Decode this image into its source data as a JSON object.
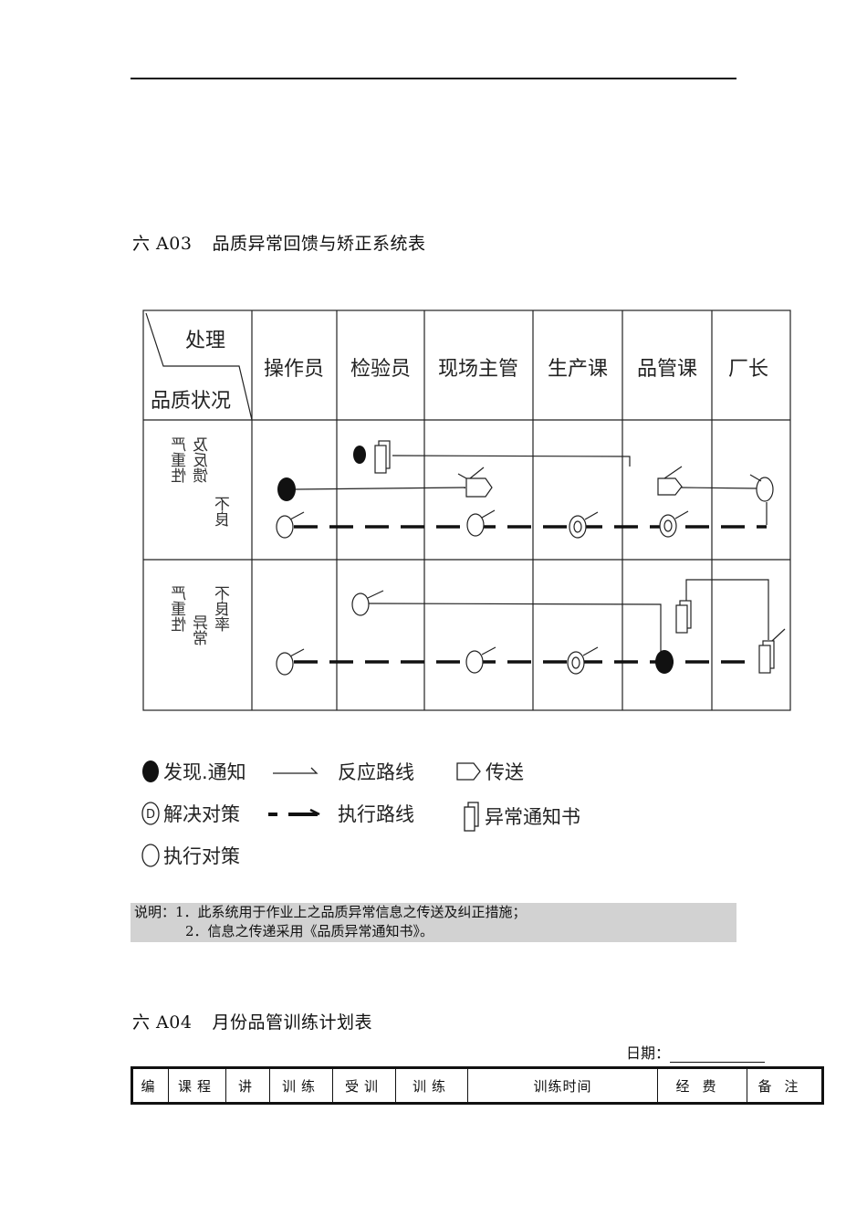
{
  "section_a03": {
    "number": "六 A03",
    "title": "品质异常回馈与矫正系统表"
  },
  "flow_table": {
    "corner_top": "处理",
    "corner_bottom": "品质状况",
    "columns": [
      "操作员",
      "检验员",
      "现场主管",
      "生产课",
      "品管课",
      "厂长"
    ],
    "rows": [
      {
        "label_lines": [
          "严重性",
          "及反馈",
          "不良"
        ]
      },
      {
        "label_lines": [
          "严重性",
          "异常",
          "不良率"
        ]
      }
    ]
  },
  "legend": {
    "items": [
      {
        "icon": "filled-circle-icon",
        "label": "发现.通知"
      },
      {
        "icon": "reaction-arrow-icon",
        "label": "反应路线"
      },
      {
        "icon": "transmit-pentagon-icon",
        "label": "传送"
      },
      {
        "icon": "resolve-d-circle-icon",
        "label": "解决对策"
      },
      {
        "icon": "execute-dashed-arrow-icon",
        "label": "执行路线"
      },
      {
        "icon": "notice-document-icon",
        "label": "异常通知书"
      },
      {
        "icon": "open-circle-icon",
        "label": "执行对策"
      }
    ]
  },
  "note": {
    "line1": "说明：1．此系统用于作业上之品质异常信息之传送及纠正措施；",
    "line2": "2．信息之传递采用《品质异常通知书》。"
  },
  "section_a04": {
    "number": "六 A04",
    "title": "月份品管训练计划表",
    "date_label": "日期：",
    "columns": [
      "编",
      "课程",
      "讲",
      "训练",
      "受训",
      "训练",
      "训练时间",
      "经费",
      "备注"
    ]
  }
}
